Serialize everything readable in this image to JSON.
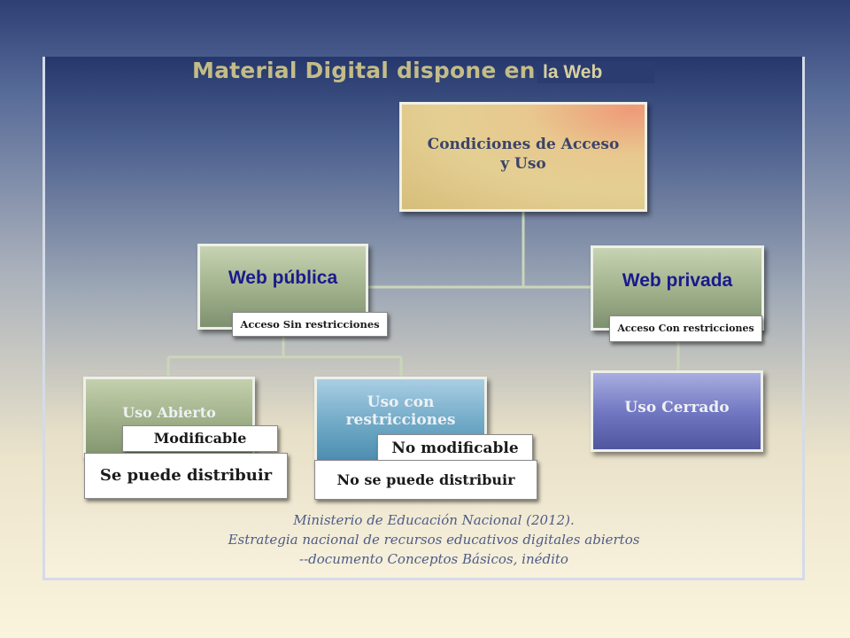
{
  "diagram": {
    "title_main": "Material Digital dispone en",
    "title_tail": "la Web",
    "root": {
      "line1": "Condiciones de Acceso",
      "line2": "y Uso"
    },
    "publica": {
      "label": "Web  pública",
      "tag": "Acceso Sin restricciones"
    },
    "privada": {
      "label": "Web  privada",
      "tag": "Acceso Con restricciones"
    },
    "abierto": {
      "label": "Uso Abierto",
      "modificable": "Modificable",
      "distribuir": "Se puede distribuir"
    },
    "con_restricciones": {
      "line1": "Uso con",
      "line2": "restricciones",
      "no_modificable": "No modificable",
      "no_distribuir": "No se puede distribuir"
    },
    "cerrado": {
      "label": "Uso Cerrado"
    },
    "citation": {
      "line1": "Ministerio de Educación Nacional (2012).",
      "line2": "Estrategia nacional de recursos educativos digitales abiertos",
      "line3": "--documento Conceptos Básicos, inédito"
    }
  },
  "colors": {
    "connector": "#c9d6b8",
    "title": "#c4bc88",
    "web_label": "#1a1a8c"
  }
}
